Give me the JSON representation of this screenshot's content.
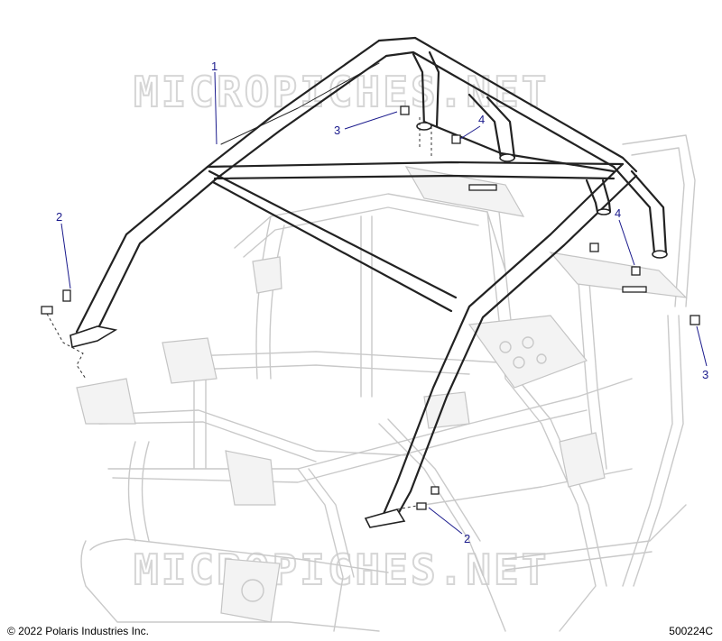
{
  "watermark": {
    "top": "MICROPICHES.NET",
    "bottom": "MICROPICHES.NET"
  },
  "callouts": [
    {
      "id": "c1",
      "label": "1"
    },
    {
      "id": "c2a",
      "label": "2"
    },
    {
      "id": "c2b",
      "label": "2"
    },
    {
      "id": "c3a",
      "label": "3"
    },
    {
      "id": "c3b",
      "label": "3"
    },
    {
      "id": "c4a",
      "label": "4"
    },
    {
      "id": "c4b",
      "label": "4"
    }
  ],
  "footer": {
    "copyright": "© 2022 Polaris Industries Inc.",
    "part_number": "500224C"
  },
  "colors": {
    "callout": "#1a1a8c",
    "frame": "#c9c9c9",
    "outline": "#222222"
  }
}
